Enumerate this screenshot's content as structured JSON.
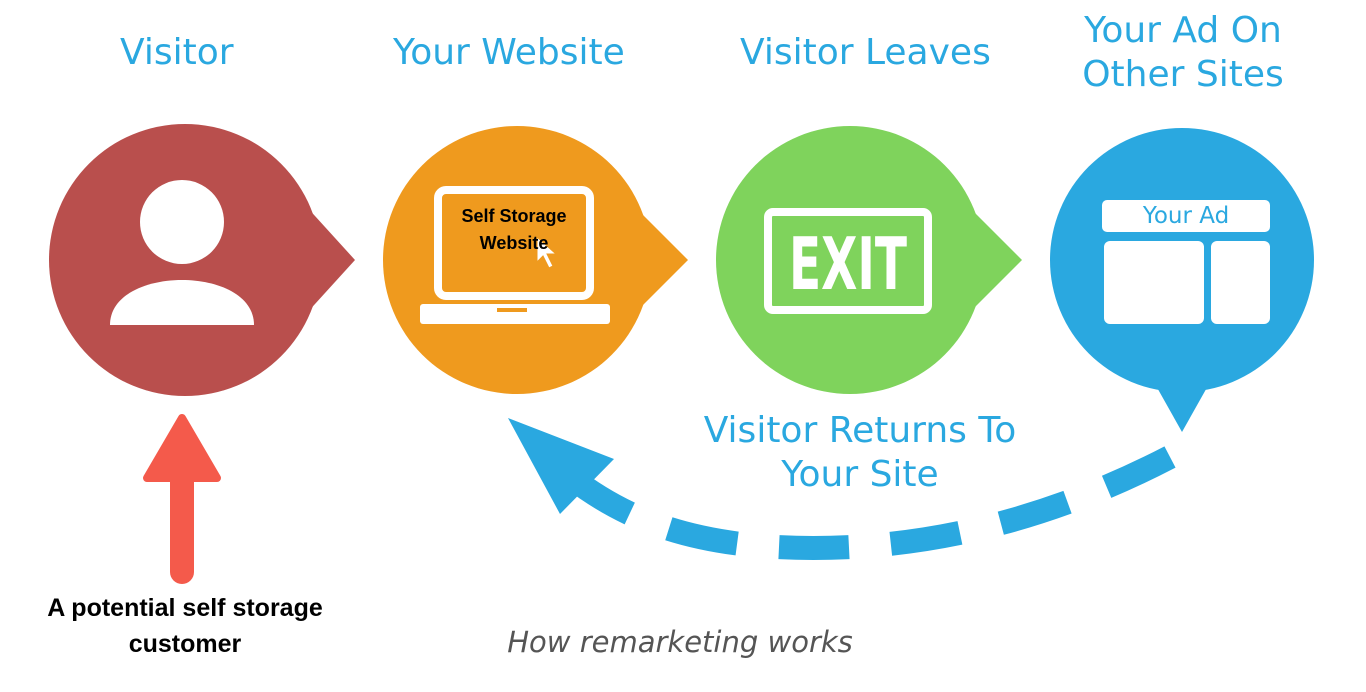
{
  "steps": {
    "visitor": {
      "title": "Visitor",
      "icon": "person-icon"
    },
    "website": {
      "title": "Your Website",
      "icon": "laptop-icon",
      "screen_text": "Self Storage Website"
    },
    "leaves": {
      "title": "Visitor Leaves",
      "icon": "exit-sign-icon",
      "sign_text": "EXIT"
    },
    "ad": {
      "title": "Your Ad On Other Sites",
      "icon": "ad-layout-icon",
      "ad_label": "Your Ad"
    }
  },
  "return_path": {
    "label": "Visitor Returns To Your Site",
    "icon": "dashed-return-arrow-icon"
  },
  "annotation": {
    "text": "A potential self storage customer",
    "icon": "red-up-arrow-icon"
  },
  "caption": "How remarketing works",
  "colors": {
    "visitor": "#b94f4d",
    "website": "#ef9a1e",
    "leaves": "#7fd35c",
    "ad": "#2aa8e0",
    "annotation_arrow": "#f45a4b",
    "heading_text": "#2aa8e0"
  }
}
